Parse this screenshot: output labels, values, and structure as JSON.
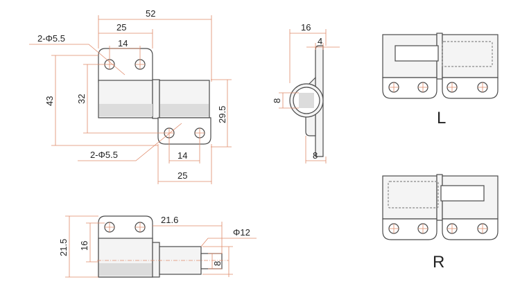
{
  "front_view": {
    "dims": {
      "overall_width": "52",
      "upper_hole_span": "25",
      "upper_hole_pitch": "14",
      "upper_holes": "2-Φ5.5",
      "overall_height": "43",
      "hole_vertical_pitch": "32",
      "body_height": "29.5",
      "lower_holes": "2-Φ5.5",
      "lower_hole_pitch": "14",
      "lower_hole_span": "25"
    }
  },
  "side_view": {
    "dims": {
      "width": "16",
      "flange": "4",
      "pin_square": "8",
      "base": "8"
    }
  },
  "bottom_view": {
    "dims": {
      "height": "21.5",
      "hole_pitch": "16",
      "pin_length": "21.6",
      "pin_dia": "Φ12",
      "pin_square": "8"
    }
  },
  "variants": {
    "left_label": "L",
    "right_label": "R"
  }
}
